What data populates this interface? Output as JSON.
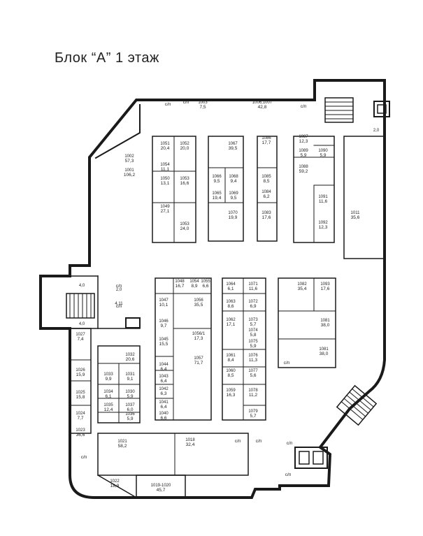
{
  "title": "Блок “А”  1 этаж",
  "rooms": [
    {
      "num": "1003",
      "area": "7,5"
    },
    {
      "num": "1006,1007",
      "area": "42,8"
    },
    {
      "num": "1002",
      "area": "57,3"
    },
    {
      "num": "1001",
      "area": "106,2"
    },
    {
      "num": "1051",
      "area": "20,4"
    },
    {
      "num": "1052",
      "area": "20,0"
    },
    {
      "num": "1054",
      "area": "11,1"
    },
    {
      "num": "1050",
      "area": "13,1"
    },
    {
      "num": "1053",
      "area": "16,6"
    },
    {
      "num": "1049",
      "area": "27,1"
    },
    {
      "num": "1053",
      "area": "24,0"
    },
    {
      "num": "1067",
      "area": "39,5"
    },
    {
      "num": "1066",
      "area": "9,5"
    },
    {
      "num": "1068",
      "area": "9,4"
    },
    {
      "num": "1065",
      "area": "19,4"
    },
    {
      "num": "1069",
      "area": "9,5"
    },
    {
      "num": "1070",
      "area": "19,9"
    },
    {
      "num": "1086",
      "area": "17,7"
    },
    {
      "num": "1085",
      "area": "8,5"
    },
    {
      "num": "1084",
      "area": "6,2"
    },
    {
      "num": "1083",
      "area": "17,6"
    },
    {
      "num": "1087",
      "area": "12,3"
    },
    {
      "num": "1089",
      "area": "5,9"
    },
    {
      "num": "1090",
      "area": "5,9"
    },
    {
      "num": "1088",
      "area": "59,2"
    },
    {
      "num": "1091",
      "area": "11,6"
    },
    {
      "num": "1092",
      "area": "12,3"
    },
    {
      "num": "1011",
      "area": "35,6"
    },
    {
      "num": "1048",
      "area": "16,7"
    },
    {
      "num": "1054",
      "area": "8,9"
    },
    {
      "num": "1055",
      "area": "6,6"
    },
    {
      "num": "1047",
      "area": "10,1"
    },
    {
      "num": "1056",
      "area": "35,5"
    },
    {
      "num": "1046",
      "area": "9,7"
    },
    {
      "num": "1045",
      "area": "15,5"
    },
    {
      "num": "1056/1",
      "area": "17,3"
    },
    {
      "num": "1057",
      "area": "71,7"
    },
    {
      "num": "1044",
      "area": "6,4"
    },
    {
      "num": "1043",
      "area": "6,4"
    },
    {
      "num": "1042",
      "area": "6,3"
    },
    {
      "num": "1041",
      "area": "6,4"
    },
    {
      "num": "1040",
      "area": "6,6"
    },
    {
      "num": "1064",
      "area": "6,1"
    },
    {
      "num": "1071",
      "area": "11,6"
    },
    {
      "num": "1063",
      "area": "8,6"
    },
    {
      "num": "1072",
      "area": "6,9"
    },
    {
      "num": "1062",
      "area": "17,1"
    },
    {
      "num": "1073",
      "area": "5,7"
    },
    {
      "num": "1074",
      "area": "5,8"
    },
    {
      "num": "1075",
      "area": "5,9"
    },
    {
      "num": "1061",
      "area": "8,4"
    },
    {
      "num": "1076",
      "area": "11,3"
    },
    {
      "num": "1060",
      "area": "8,5"
    },
    {
      "num": "1077",
      "area": "5,6"
    },
    {
      "num": "1059",
      "area": "16,3"
    },
    {
      "num": "1078",
      "area": "11,2"
    },
    {
      "num": "1079",
      "area": "5,7"
    },
    {
      "num": "1082",
      "area": "35,4"
    },
    {
      "num": "1093",
      "area": "17,6"
    },
    {
      "num": "1081",
      "area": "38,0"
    },
    {
      "num": "1081",
      "area": "38,0"
    },
    {
      "num": "1027",
      "area": "7,4"
    },
    {
      "num": "1026",
      "area": "15,9"
    },
    {
      "num": "1025",
      "area": "15,8"
    },
    {
      "num": "1024",
      "area": "7,7"
    },
    {
      "num": "1023",
      "area": "36,6"
    },
    {
      "num": "1032",
      "area": "20,6"
    },
    {
      "num": "1033",
      "area": "9,9"
    },
    {
      "num": "1031",
      "area": "9,1"
    },
    {
      "num": "1034",
      "area": "6,1"
    },
    {
      "num": "1030",
      "area": "5,9"
    },
    {
      "num": "1035",
      "area": "12,4"
    },
    {
      "num": "1037",
      "area": "6,0"
    },
    {
      "num": "1036",
      "area": "5,9"
    },
    {
      "num": "1021",
      "area": "58,2"
    },
    {
      "num": "1018",
      "area": "32,4"
    },
    {
      "num": "1022",
      "area": "18,9"
    },
    {
      "num": "1019-1020",
      "area": "45,7"
    }
  ],
  "utility_label": "с/п",
  "small_labels": [
    "4,0",
    "4,0",
    "2,0",
    "4,11",
    "2,0"
  ]
}
